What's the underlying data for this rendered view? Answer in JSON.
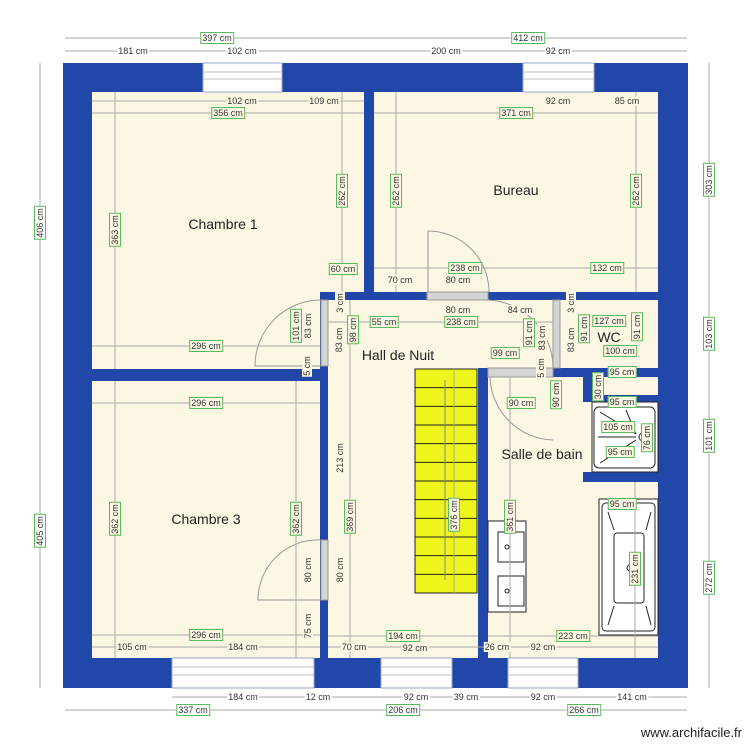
{
  "colors": {
    "wall": "#2148a8",
    "floor": "#fbf7e3",
    "stairs": "#eef51a",
    "dimension_box": "#5cb85c",
    "dimension_line": "#aaaaaa"
  },
  "rooms": {
    "chambre1": "Chambre 1",
    "bureau": "Bureau",
    "hall": "Hall de Nuit",
    "wc": "WC",
    "salle_de_bain": "Salle de bain",
    "chambre3": "Chambre 3"
  },
  "dims": [
    "397 cm",
    "412 cm",
    "181 cm",
    "102 cm",
    "200 cm",
    "92 cm",
    "102 cm",
    "109 cm",
    "356 cm",
    "92 cm",
    "85 cm",
    "371 cm",
    "406 cm",
    "363 cm",
    "262 cm",
    "262 cm",
    "262 cm",
    "303 cm",
    "60 cm",
    "70 cm",
    "238 cm",
    "80 cm",
    "132 cm",
    "101 cm",
    "83 cm",
    "3 cm",
    "55 cm",
    "83 cm",
    "98 cm",
    "80 cm",
    "84 cm",
    "238 cm",
    "91 cm",
    "83 cm",
    "99 cm",
    "3 cm",
    "83 cm",
    "91 cm",
    "127 cm",
    "100 cm",
    "91 cm",
    "103 cm",
    "296 cm",
    "5 cm",
    "5 cm",
    "95 cm",
    "30 cm",
    "95 cm",
    "90 cm",
    "90 cm",
    "296 cm",
    "105 cm",
    "76 cm",
    "95 cm",
    "101 cm",
    "213 cm",
    "369 cm",
    "376 cm",
    "361 cm",
    "95 cm",
    "231 cm",
    "272 cm",
    "362 cm",
    "362 cm",
    "80 cm",
    "80 cm",
    "75 cm",
    "296 cm",
    "194 cm",
    "223 cm",
    "105 cm",
    "184 cm",
    "70 cm",
    "92 cm",
    "26 cm",
    "92 cm",
    "184 cm",
    "12 cm",
    "92 cm",
    "39 cm",
    "92 cm",
    "141 cm",
    "337 cm",
    "206 cm",
    "266 cm",
    "405 cm"
  ],
  "watermark": "www.archifacile.fr"
}
